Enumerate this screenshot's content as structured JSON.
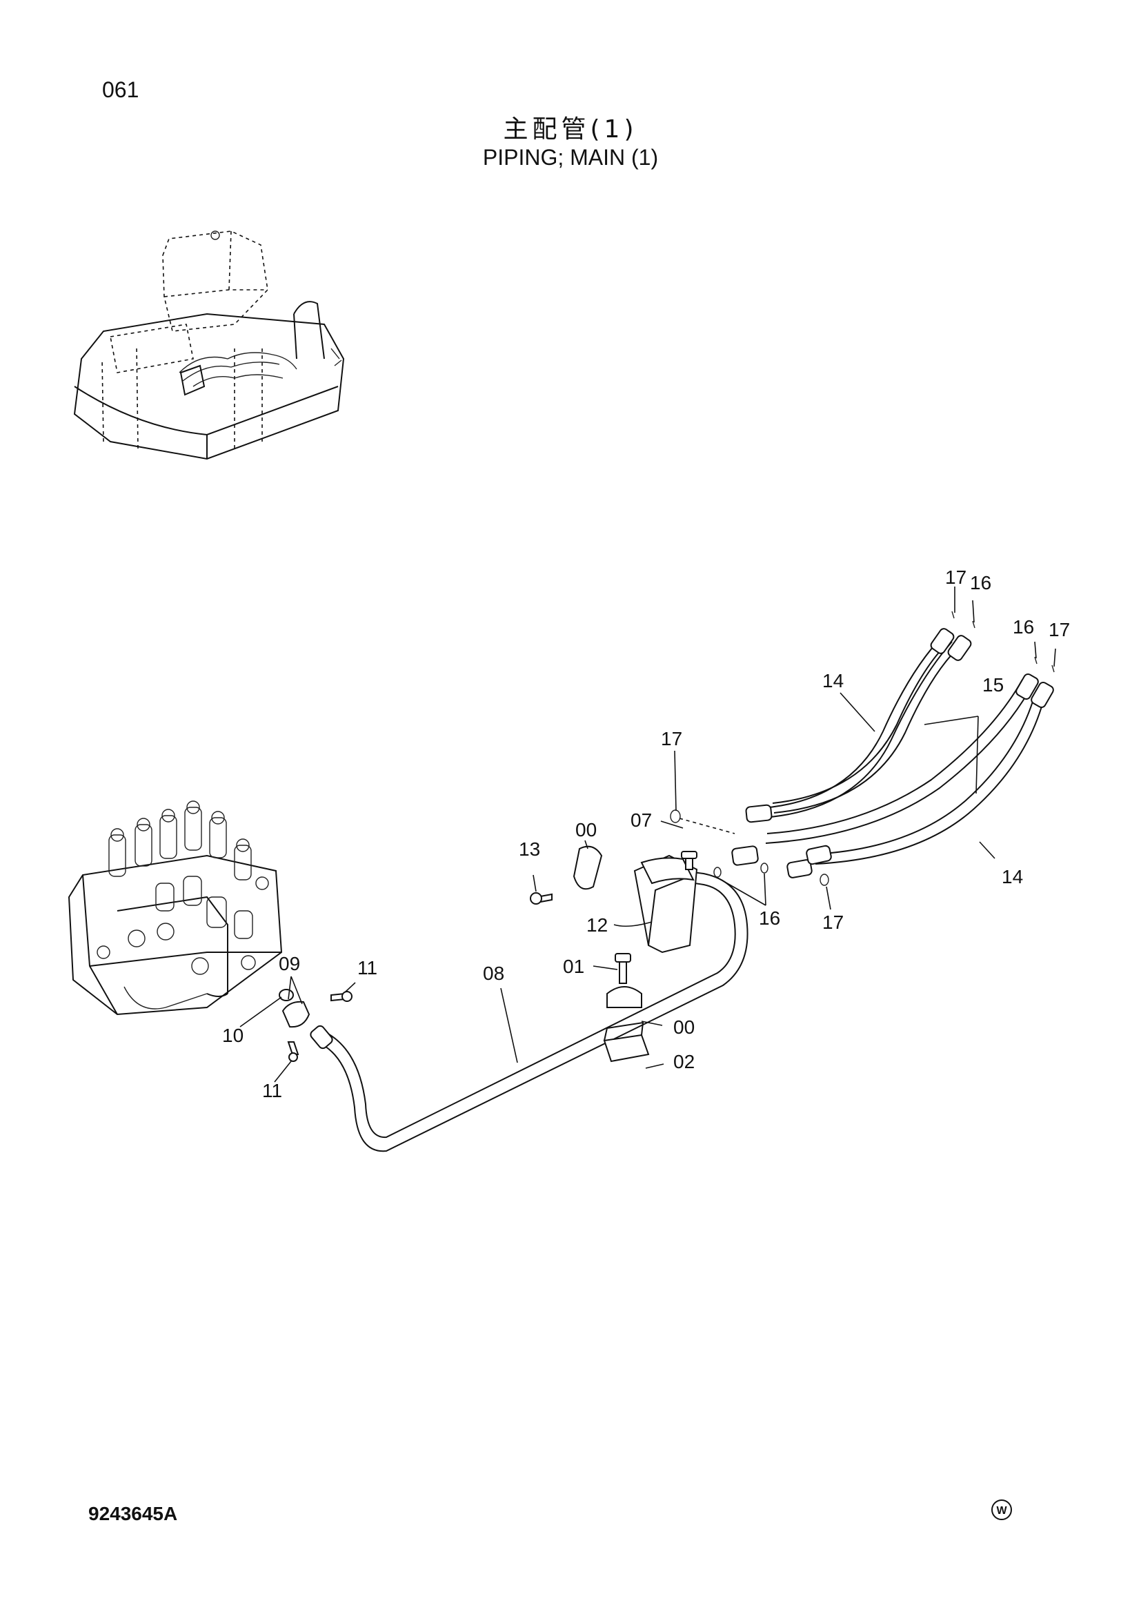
{
  "header": {
    "page_number": "061",
    "title_jp": "主配管(1)",
    "title_en": "PIPING; MAIN (1)"
  },
  "footer": {
    "doc_code": "9243645A",
    "mark_letter": "W"
  },
  "callouts": [
    "17",
    "16",
    "16",
    "17",
    "14",
    "15",
    "17",
    "07",
    "00",
    "13",
    "12",
    "16",
    "17",
    "14",
    "01",
    "08",
    "11",
    "09",
    "00",
    "02",
    "10",
    "11"
  ]
}
